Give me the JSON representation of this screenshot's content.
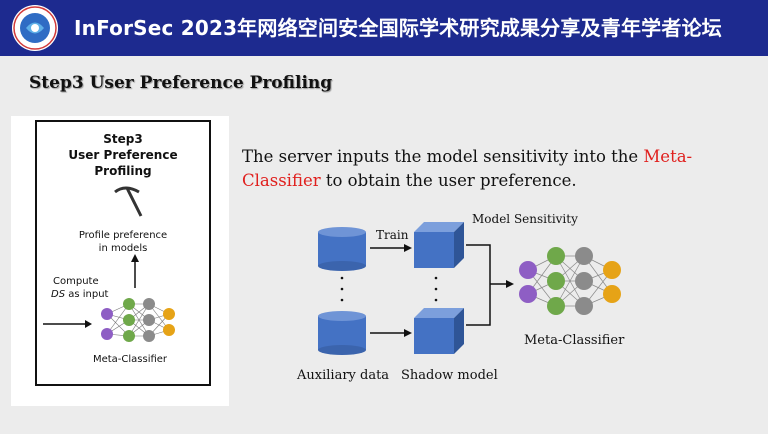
{
  "header": {
    "title": "InForSec 2023年网络空间安全国际学术研究成果分享及青年学者论坛",
    "bg_color": "#1d2a8f"
  },
  "slide": {
    "title": "Step3 User Preference Profiling"
  },
  "left_panel": {
    "step_lines": [
      "Step3",
      "User Preference",
      "Profiling"
    ],
    "profile_lines": [
      "Profile preference",
      "in models"
    ],
    "compute_line1": "Compute",
    "compute_ds": "DS",
    "compute_rest": " as input",
    "classifier_label": "Meta-Classifier",
    "icon": "pickaxe-icon"
  },
  "main": {
    "text_before": "The server inputs the model sensitivity into the ",
    "text_highlight": "Meta-Classifier",
    "text_after": " to obtain the user preference.",
    "highlight_color": "#e0201e"
  },
  "diagram": {
    "train_label": "Train",
    "model_sensitivity_label": "Model Sensitivity",
    "auxiliary_label": "Auxiliary data",
    "shadow_label": "Shadow model",
    "meta_label": "Meta-Classifier",
    "colors": {
      "blue": "#4472c4",
      "input_node": "#8e5ec4",
      "hidden_node": "#6fa84a",
      "hidden_node2": "#8b8b8b",
      "output_node": "#e6a317"
    }
  }
}
